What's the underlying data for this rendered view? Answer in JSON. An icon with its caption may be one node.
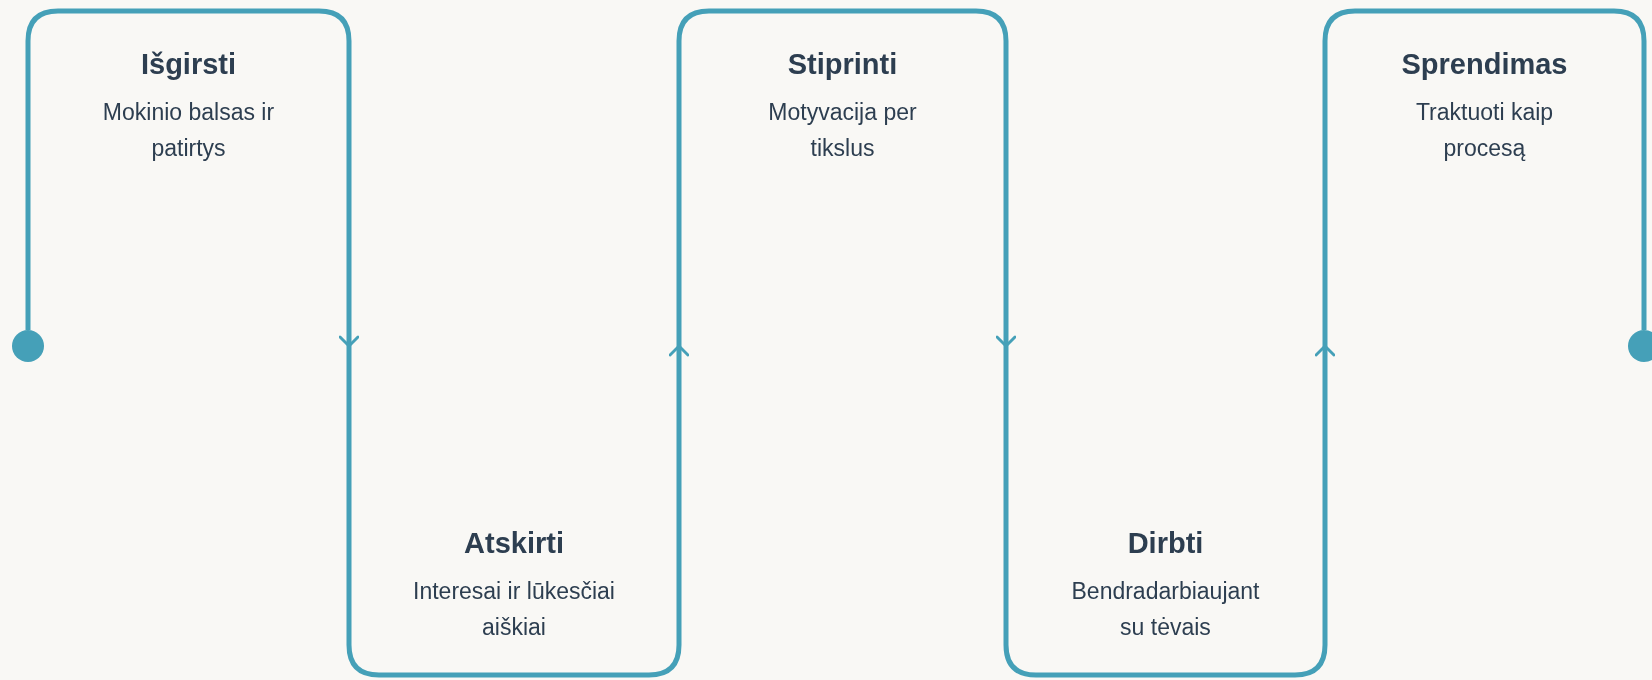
{
  "diagram": {
    "nodes": [
      {
        "text": [
          "Išgirsti",
          "Mokinio balsas ir patirtys"
        ]
      },
      {
        "text": [
          "Atskirti",
          "Interesai ir lūkesčiai aiškiai"
        ]
      },
      {
        "text": [
          "Stiprinti",
          "Motyvacija per tikslus"
        ]
      },
      {
        "text": [
          "Dirbti",
          "Bendradarbiaujant su tėvais"
        ]
      },
      {
        "text": [
          "Sprendimas",
          "Traktuoti kaip procesą"
        ]
      },
      {
        "text": [],
        "shape": "circle"
      },
      {
        "text": [],
        "shape": "circle"
      }
    ],
    "edges": [
      {
        "from": 5,
        "to": 0,
        "arrow": "none"
      },
      {
        "from": 0,
        "to": 1,
        "arrow": "to"
      },
      {
        "from": 1,
        "to": 2,
        "arrow": "to"
      },
      {
        "from": 2,
        "to": 3,
        "arrow": "to"
      },
      {
        "from": 3,
        "to": 4,
        "arrow": "to"
      },
      {
        "from": 4,
        "to": 6,
        "arrow": "none"
      }
    ]
  }
}
